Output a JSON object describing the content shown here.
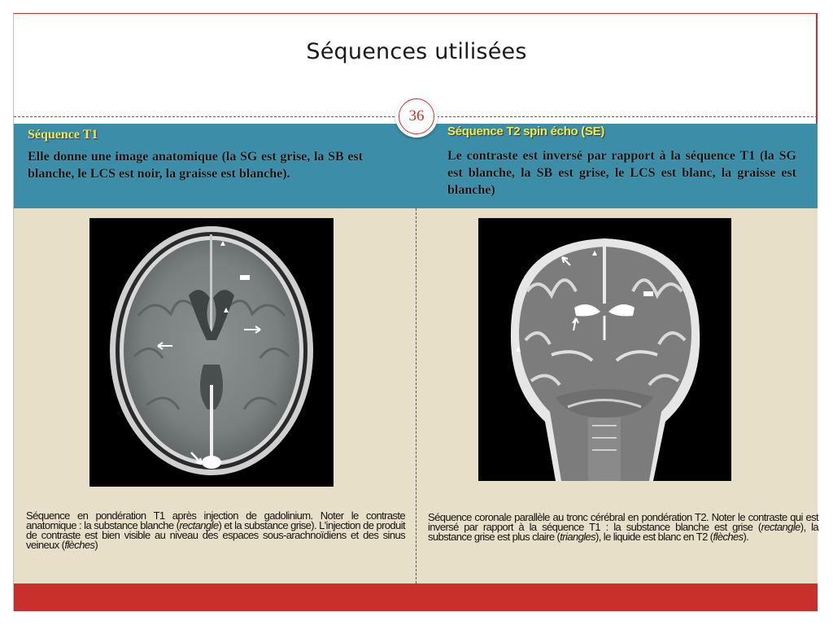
{
  "slide": {
    "title": "Séquences utilisées",
    "page_number": "36"
  },
  "left": {
    "heading": "Séquence T1",
    "body": "Elle donne une image anatomique (la SG est grise, la SB est  blanche, le LCS est noir, la graisse est blanche).",
    "caption": {
      "part1": "Séquence en pondération T1 après injection de gadolinium.  Noter le contraste anatomique : la substance blanche (",
      "em1": "rectangle",
      "part2": ") et la substance grise).  L'injection de produit de contraste est bien visible au niveau des espaces sous-arachnoïdiens et des sinus veineux (",
      "em2": "flèches",
      "part3": ")"
    }
  },
  "right": {
    "heading": "Séquence T2 spin écho (SE)",
    "body": "Le contraste est inversé par rapport à la séquence T1 (la  SG est blanche, la SB est grise, le LCS est blanc, la graisse est  blanche)",
    "caption": {
      "part1": "Séquence coronale parallèle au tronc cérébral en pondération T2.  Noter le contraste qui est inversé par rapport à la séquence T1 : la substance blanche est grise (",
      "em1": "rectangle",
      "part2": "), la substance grise est plus  claire (",
      "em2": "triangles",
      "part3": "), le liquide est blanc en T2 (",
      "em3": "flèches",
      "part4": ")."
    }
  },
  "colors": {
    "accent_red": "#c9302c",
    "panel_blue": "#3c8ea8",
    "panel_beige": "#e8dfc9",
    "heading_yellow": "#f2ea55"
  }
}
